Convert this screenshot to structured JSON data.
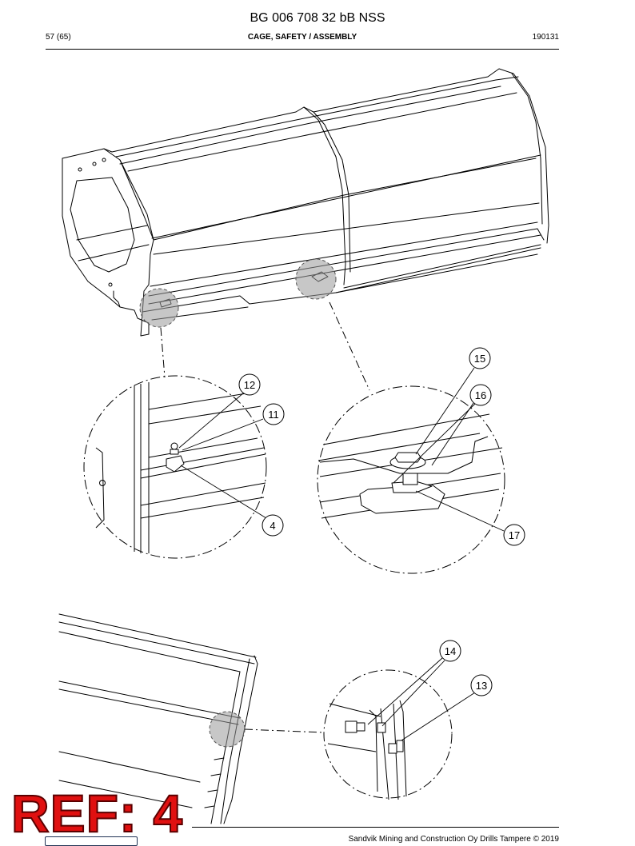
{
  "header": {
    "title": "BG 006 708 32 bB NSS",
    "page": "57 (65)",
    "section": "CAGE, SAFETY / ASSEMBLY",
    "date": "190131"
  },
  "callouts": [
    "12",
    "11",
    "4",
    "15",
    "16",
    "17",
    "14",
    "13"
  ],
  "footer": {
    "copyright": "Sandvik Mining and Construction Oy Drills Tampere © 2019"
  },
  "stamp": {
    "text": "REF: 4",
    "color": "#e01010"
  }
}
